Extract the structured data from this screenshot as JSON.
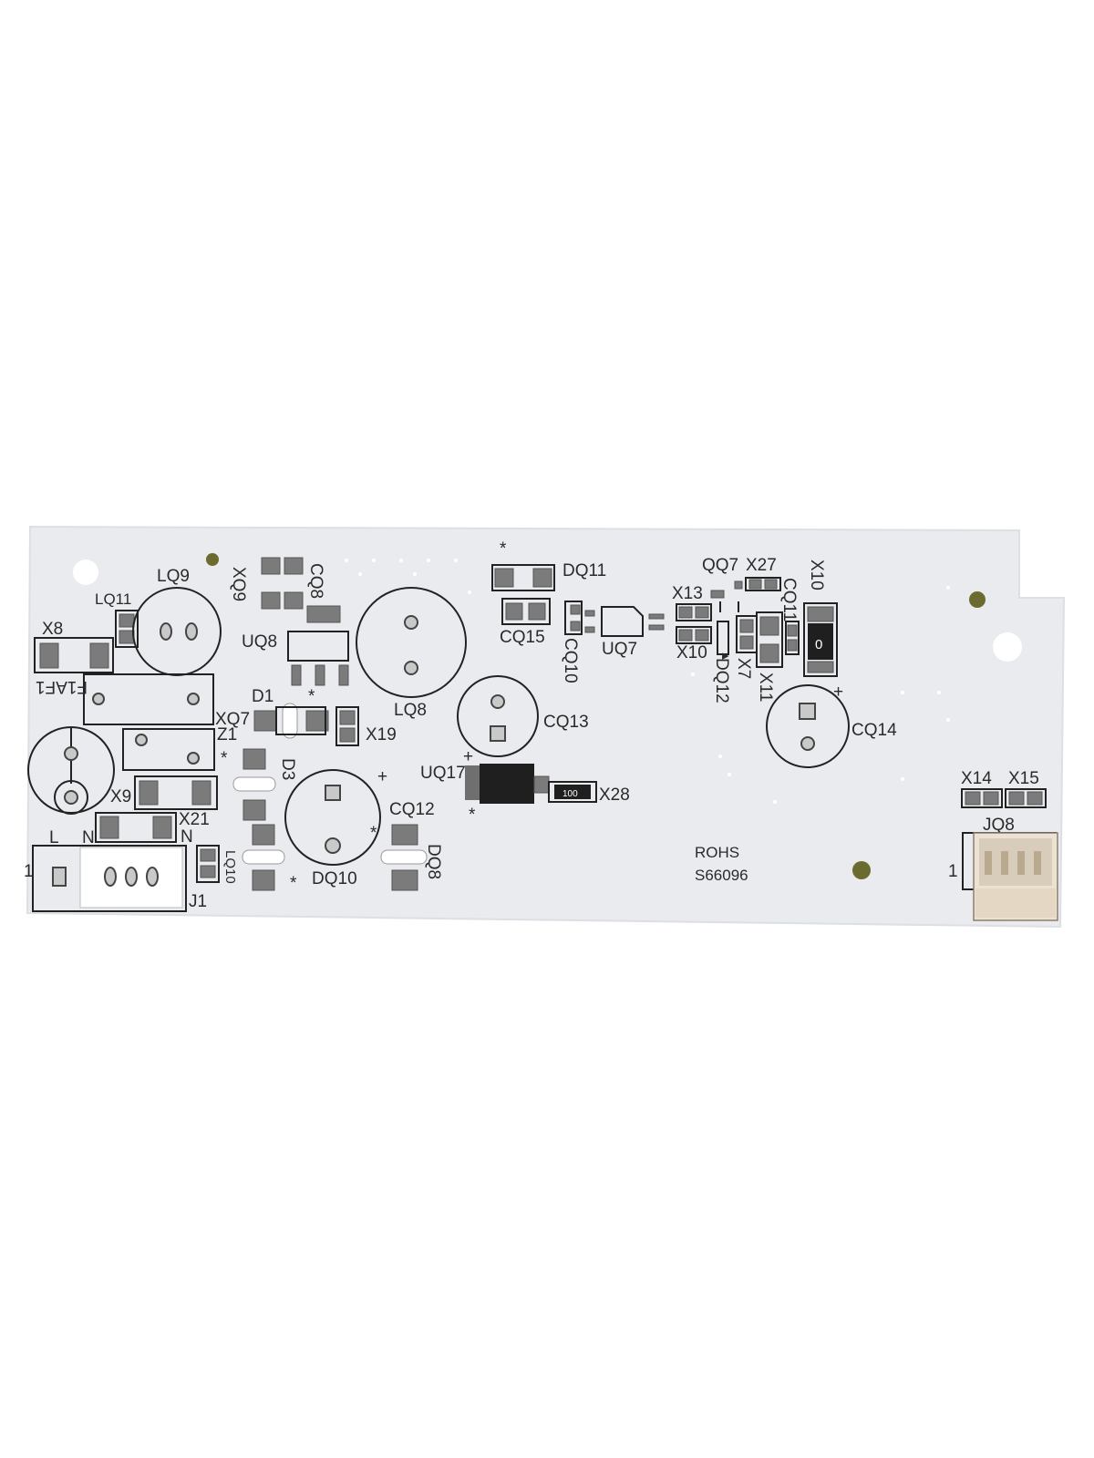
{
  "colors": {
    "board": "#e9ebee",
    "board_edge": "#dcdfe3",
    "silkscreen": "#222222",
    "pad": "#7b7b7b",
    "ic_body": "#1f1f1f",
    "connector": "#ece1d2",
    "mount_pad": "#6b6a2f"
  },
  "board": {
    "marking_rohs": "ROHS",
    "marking_part": "S66096",
    "labels": {
      "LQ9": "LQ9",
      "XQ9": "XQ9",
      "CQ8": "CQ8",
      "DQ11": "DQ11",
      "QQ7": "QQ7",
      "X27": "X27",
      "X10_top": "X10",
      "LQ11": "LQ11",
      "X8": "X8",
      "UQ8": "UQ8",
      "X13": "X13",
      "CQ11": "CQ11",
      "CQ15": "CQ15",
      "UQ7": "UQ7",
      "CQ10": "CQ10",
      "X10": "X10",
      "X7": "X7",
      "X11": "X11",
      "DQ12": "DQ12",
      "F1AF1": "F1AF1",
      "D1": "D1",
      "LQ8": "LQ8",
      "XQ7": "XQ7",
      "X19": "X19",
      "CQ13": "CQ13",
      "CQ14": "CQ14",
      "Z1": "Z1",
      "D3": "D3",
      "UQ17": "UQ17",
      "X14": "X14",
      "X15": "X15",
      "X9": "X9",
      "CQ12": "CQ12",
      "X28": "X28",
      "X21": "X21",
      "N_right": "N",
      "JQ8": "JQ8",
      "L": "L",
      "N": "N",
      "DQ8": "DQ8",
      "pin1_left": "1",
      "pin1_right": "1",
      "J1": "J1",
      "LQ10": "LQ10",
      "DQ10": "DQ10",
      "resistor_code": "100",
      "x10_code": "0"
    }
  }
}
